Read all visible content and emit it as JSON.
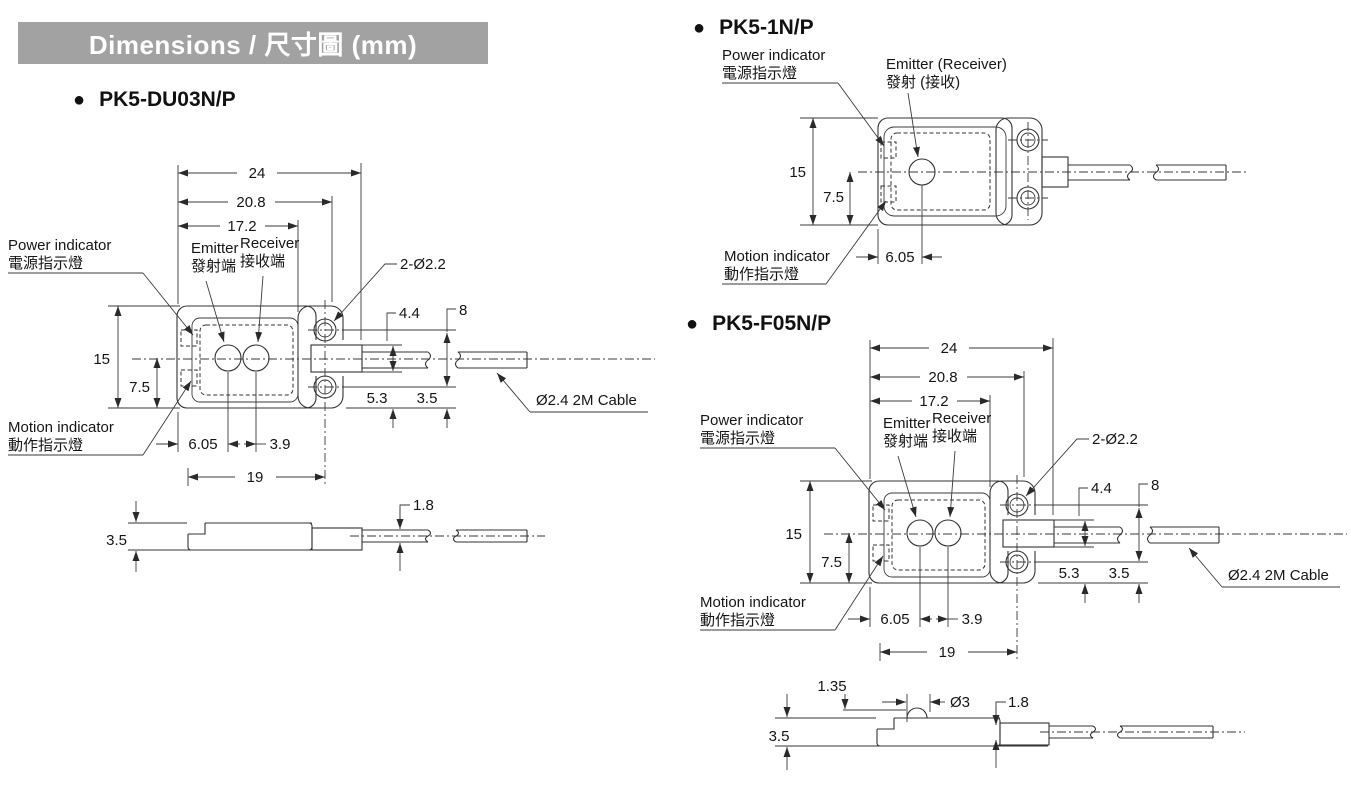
{
  "banner": {
    "title": "Dimensions / 尺寸圖 (mm)"
  },
  "sections": {
    "du03": {
      "heading": "PK5-DU03N/P",
      "labels": {
        "power_en": "Power indicator",
        "power_zh": "電源指示燈",
        "motion_en": "Motion indicator",
        "motion_zh": "動作指示燈",
        "emitter_en": "Emitter",
        "emitter_zh": "發射端",
        "receiver_en": "Receiver",
        "receiver_zh": "接收端",
        "holes": "2-Ø2.2",
        "cable": "Ø2.4 2M Cable"
      },
      "dims": {
        "w24": "24",
        "w208": "20.8",
        "w172": "17.2",
        "h15": "15",
        "h75": "7.5",
        "off605": "6.05",
        "pitch39": "3.9",
        "len19": "19",
        "boot44": "4.4",
        "h8": "8",
        "gap53": "5.3",
        "gap35": "3.5",
        "thk35": "3.5",
        "cab18": "1.8"
      }
    },
    "pk51": {
      "heading": "PK5-1N/P",
      "labels": {
        "power_en": "Power indicator",
        "power_zh": "電源指示燈",
        "emitter_en": "Emitter (Receiver)",
        "emitter_zh": "發射 (接收)",
        "motion_en": "Motion indicator",
        "motion_zh": "動作指示燈"
      },
      "dims": {
        "h15": "15",
        "h75": "7.5",
        "off605": "6.05"
      }
    },
    "f05": {
      "heading": "PK5-F05N/P",
      "labels": {
        "power_en": "Power indicator",
        "power_zh": "電源指示燈",
        "motion_en": "Motion indicator",
        "motion_zh": "動作指示燈",
        "emitter_en": "Emitter",
        "emitter_zh": "發射端",
        "receiver_en": "Receiver",
        "receiver_zh": "接收端",
        "holes": "2-Ø2.2",
        "cable": "Ø2.4 2M Cable"
      },
      "dims": {
        "w24": "24",
        "w208": "20.8",
        "w172": "17.2",
        "h15": "15",
        "h75": "7.5",
        "off605": "6.05",
        "pitch39": "3.9",
        "len19": "19",
        "boot44": "4.4",
        "h8": "8",
        "gap53": "5.3",
        "gap35": "3.5",
        "thk35": "3.5",
        "cab18": "1.8",
        "lens135": "1.35",
        "lens3": "Ø3"
      }
    }
  }
}
